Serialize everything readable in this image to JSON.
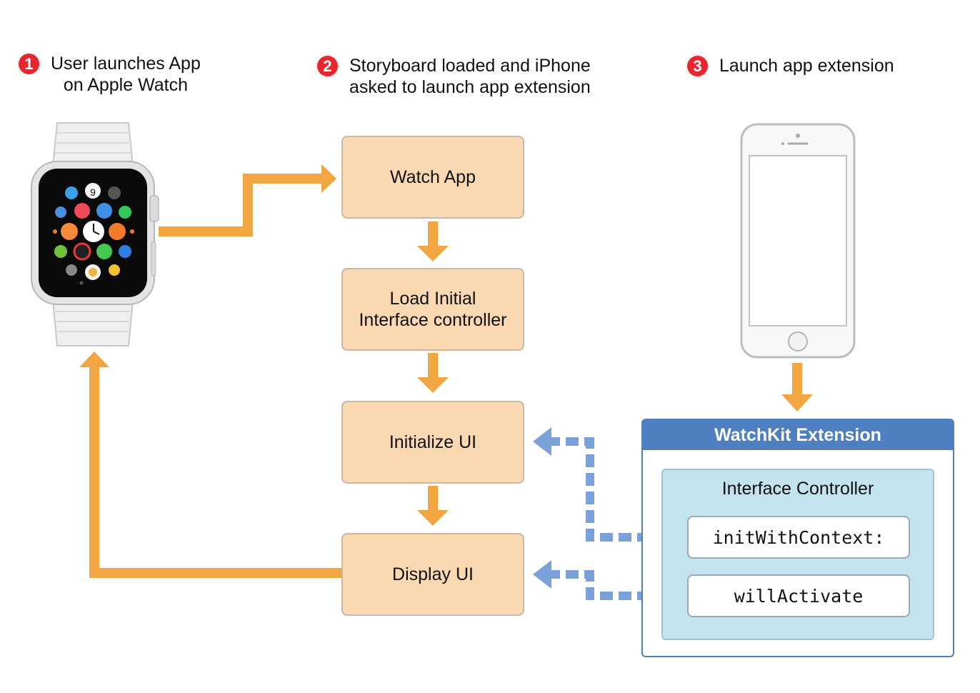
{
  "steps": [
    {
      "number": "1",
      "text": "User launches App\non Apple Watch"
    },
    {
      "number": "2",
      "text": "Storyboard loaded and iPhone\nasked to launch app extension"
    },
    {
      "number": "3",
      "text": "Launch app extension"
    }
  ],
  "flow": {
    "watch_app": "Watch App",
    "load_initial": "Load Initial\nInterface controller",
    "initialize_ui": "Initialize UI",
    "display_ui": "Display UI"
  },
  "extension": {
    "title": "WatchKit Extension",
    "interface_controller": "Interface Controller",
    "methods": [
      "initWithContext:",
      "willActivate"
    ]
  },
  "watch": {
    "clock_hour_label": "9"
  },
  "colors": {
    "flow_arrow": "#f2a641",
    "dashed_arrow": "#7aa2d8",
    "box_fill": "#fad9b2",
    "badge": "#e8262d",
    "extension_header": "#4f7fc1",
    "controller_fill": "#c3e3ee"
  }
}
